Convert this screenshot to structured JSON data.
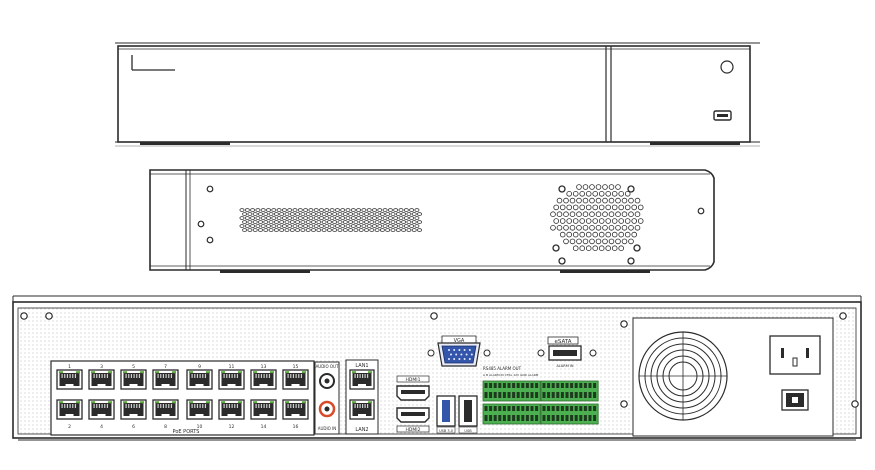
{
  "rear_panel": {
    "poe_label": "PoE PORTS",
    "poe_top_numbers": [
      "1",
      "3",
      "5",
      "7",
      "9",
      "11",
      "13",
      "15"
    ],
    "poe_bottom_numbers": [
      "2",
      "4",
      "6",
      "8",
      "10",
      "12",
      "14",
      "16"
    ],
    "audio_out_label": "AUDIO OUT",
    "audio_in_label": "AUDIO IN",
    "lan1_label": "LAN1",
    "lan2_label": "LAN2",
    "vga_label": "VGA",
    "hdmi1_label": "HDMI1",
    "hdmi2_label": "HDMI2",
    "usb1_label": "USB 3.0",
    "usb2_label": "USB",
    "alarm_header_label": "RS485  ALARM OUT",
    "alarm_sub_label": "A B  ALARM IN  CTRL 12V GND ALARM",
    "esata_label": "eSATA",
    "esata_sub_label": "ALARM IN"
  },
  "colors": {
    "line": "#2b2b2b",
    "rj45_green": "#5aa83c",
    "terminal_green": "#4caf50",
    "vga_blue": "#3355aa",
    "audio_in_red": "#d84a2a"
  }
}
